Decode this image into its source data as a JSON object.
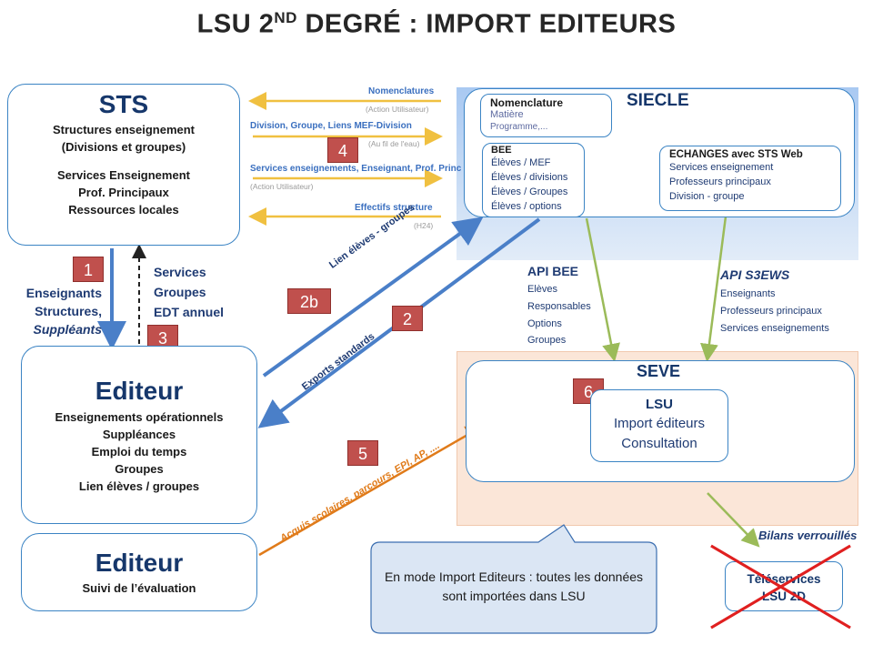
{
  "title": {
    "main": "LSU 2",
    "sup": "ND",
    "rest": " DEGRÉ  : IMPORT EDITEURS"
  },
  "sts": {
    "title": "STS",
    "lines": [
      "Structures enseignement",
      "(Divisions et groupes)",
      "",
      "Services Enseignement",
      "Prof. Principaux",
      "Ressources locales"
    ]
  },
  "siecle": {
    "title": "SIECLE",
    "nomenclature": {
      "title": "Nomenclature",
      "items": [
        "Matière",
        "Programme,..."
      ]
    },
    "bee": {
      "title": "BEE",
      "items": [
        "Élèves / MEF",
        "Élèves / divisions",
        "Élèves / Groupes",
        "Élèves / options"
      ]
    },
    "echanges": {
      "title": "ECHANGES avec STS Web",
      "items": [
        "Services enseignement",
        "Professeurs principaux",
        "Division - groupe"
      ]
    }
  },
  "flows_top": {
    "nomenclatures": {
      "label": "Nomenclatures",
      "sub": "(Action Utilisateur)"
    },
    "division": {
      "label": "Division, Groupe, Liens MEF-Division",
      "sub": "(Au fil de l'eau)"
    },
    "services": {
      "label": "Services enseignements, Enseignant, Prof. Princ",
      "sub": "(Action Utilisateur)"
    },
    "effectifs": {
      "label": "Effectifs structure",
      "sub": "(H24)"
    }
  },
  "left_flows": {
    "down": [
      "Enseignants",
      "Structures,",
      "Suppléants"
    ],
    "up": [
      "Services",
      "Groupes",
      "EDT annuel"
    ]
  },
  "diagonal": {
    "lien": "Lien élèves - groupes",
    "exports": "Exports standards",
    "acquis": "Acquis scolaires, parcours, EPI, AP, ...."
  },
  "numbers": {
    "n1": "1",
    "n2": "2",
    "n2b": "2b",
    "n3": "3",
    "n4": "4",
    "n5": "5",
    "n6": "6"
  },
  "api_bee": {
    "title": "API BEE",
    "items": [
      "Elèves",
      "Responsables",
      "Options",
      "Groupes"
    ]
  },
  "api_s3ews": {
    "title": "API S3EWS",
    "items": [
      "Enseignants",
      "Professeurs principaux",
      "Services enseignements"
    ]
  },
  "editeur1": {
    "title": "Editeur",
    "lines": [
      "Enseignements opérationnels",
      "Suppléances",
      "Emploi du temps",
      "Groupes",
      "Lien élèves / groupes"
    ]
  },
  "editeur2": {
    "title": "Editeur",
    "lines": [
      "Suivi de l’évaluation"
    ]
  },
  "seve": {
    "title": "SEVE",
    "lsu": {
      "title": "LSU",
      "items": [
        "Import éditeurs",
        "Consultation"
      ]
    }
  },
  "callout": {
    "text": "En mode Import Editeurs : toutes les données sont  importées dans LSU"
  },
  "bilans": "Bilans verrouillés",
  "teleservices": {
    "lines": [
      "Téléservices",
      "LSU 2D"
    ]
  },
  "colors": {
    "blue": "#3b84c4",
    "orange": "#e07b1a",
    "yellow": "#f0c040",
    "green": "#9bbb59",
    "red": "#e02020",
    "num_red": "#c0504d"
  }
}
